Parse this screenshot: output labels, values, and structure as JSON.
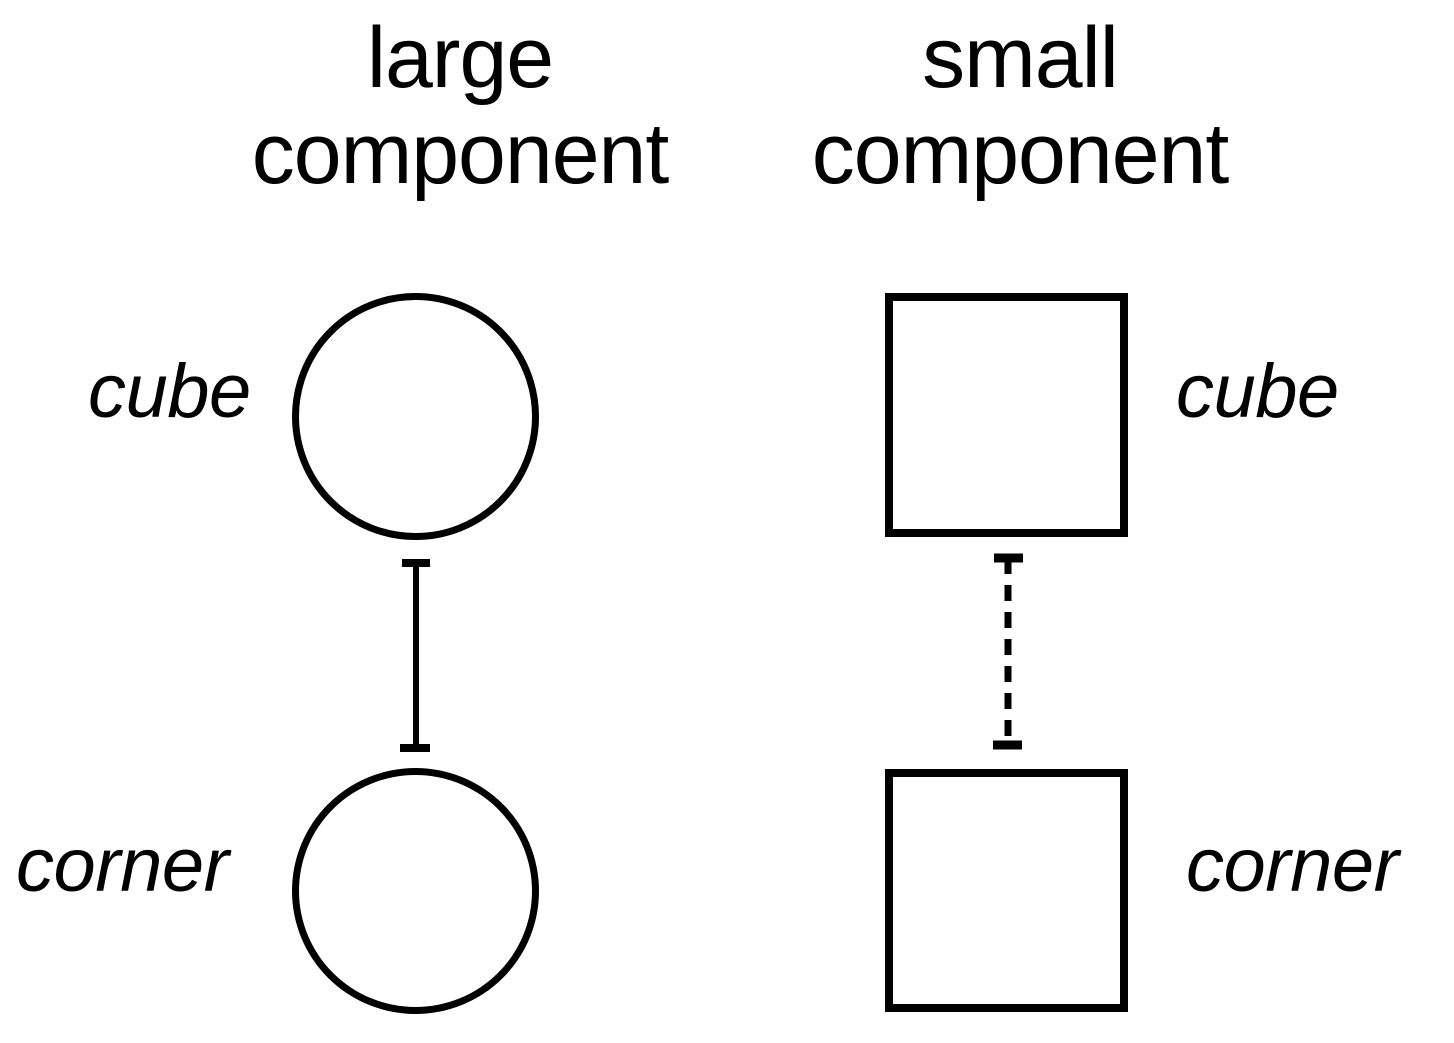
{
  "diagram": {
    "title": "",
    "background_color": "#ffffff",
    "stroke_color": "#000000",
    "columns": [
      {
        "id": "large",
        "heading": "large\ncomponent",
        "node_shape": "circle",
        "edge_style": "solid",
        "label_side": "left",
        "nodes": [
          {
            "id": "cube",
            "label": "cube"
          },
          {
            "id": "corner",
            "label": "corner"
          }
        ]
      },
      {
        "id": "small",
        "heading": "small\ncomponent",
        "node_shape": "square",
        "edge_style": "dashed",
        "label_side": "right",
        "nodes": [
          {
            "id": "cube",
            "label": "cube"
          },
          {
            "id": "corner",
            "label": "corner"
          }
        ]
      }
    ],
    "edges": [
      {
        "from": "cube",
        "to": "corner",
        "style": "solid",
        "endcaps": "tee"
      },
      {
        "from": "cube",
        "to": "corner",
        "style": "dashed",
        "endcaps": "tee"
      }
    ]
  }
}
